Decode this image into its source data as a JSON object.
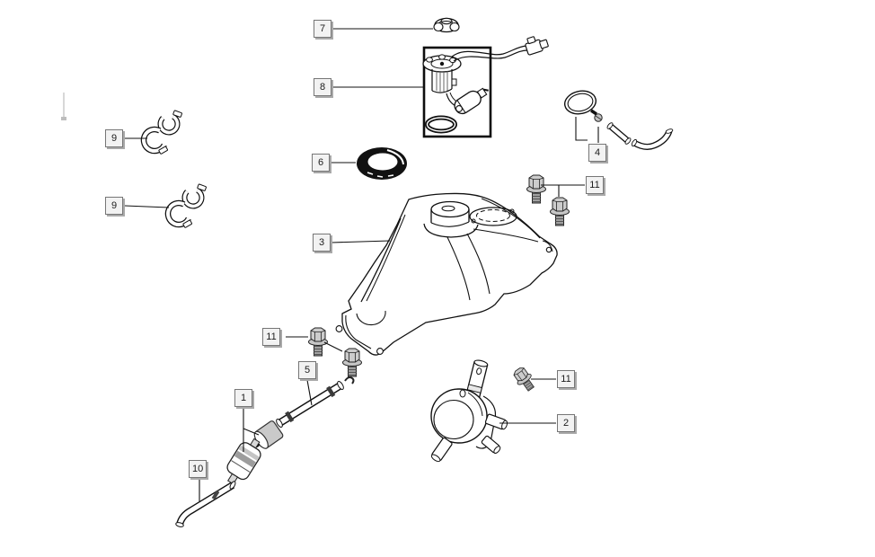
{
  "diagram": {
    "kind": "exploded-parts-diagram",
    "subject": "fuel-tank-assembly",
    "background_color": "#ffffff",
    "line_color": "#111111",
    "callout_style": {
      "face_color": "#f2f2f2",
      "border_color": "#767676",
      "shadow_color": "#a9a9a9",
      "text_color": "#1c1c1c"
    },
    "callouts": [
      {
        "ref": "7",
        "points_to": "fuel-filler-cap"
      },
      {
        "ref": "8",
        "points_to": "fuel-pump-assembly"
      },
      {
        "ref": "9",
        "points_to": "hose-clamp-upper"
      },
      {
        "ref": "9",
        "points_to": "hose-clamp-lower"
      },
      {
        "ref": "6",
        "points_to": "filler-neck-seal-ring"
      },
      {
        "ref": "4",
        "points_to": "clamp-and-hose-kit"
      },
      {
        "ref": "11",
        "points_to": "flanged-bolts-top-right"
      },
      {
        "ref": "3",
        "points_to": "fuel-tank"
      },
      {
        "ref": "11",
        "points_to": "flanged-bolts-bottom-left"
      },
      {
        "ref": "5",
        "points_to": "fuel-hose"
      },
      {
        "ref": "1",
        "points_to": "fuel-filter"
      },
      {
        "ref": "10",
        "points_to": "outlet-hose"
      },
      {
        "ref": "11",
        "points_to": "flanged-bolt-valve"
      },
      {
        "ref": "2",
        "points_to": "fuel-valve"
      }
    ]
  }
}
